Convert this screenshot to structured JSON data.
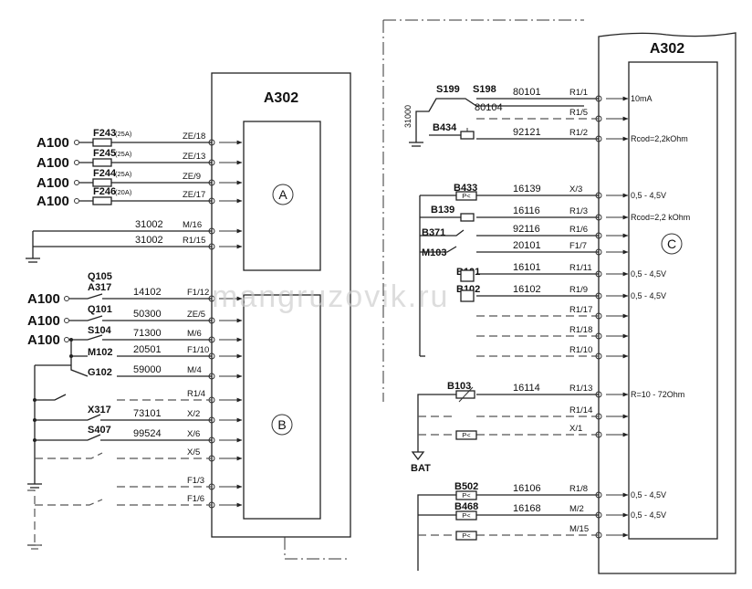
{
  "module_left": {
    "title": "A302",
    "block_a": "A",
    "block_b": "B"
  },
  "module_right": {
    "title": "A302",
    "block_c": "C"
  },
  "watermark": "mangruzovik.ru",
  "left_fuses": [
    {
      "source": "A100",
      "fuse": "F243",
      "rating": "(25A)",
      "pin": "ZE/18"
    },
    {
      "source": "A100",
      "fuse": "F245",
      "rating": "(25A)",
      "pin": "ZE/13"
    },
    {
      "source": "A100",
      "fuse": "F244",
      "rating": "(25A)",
      "pin": "ZE/9"
    },
    {
      "source": "A100",
      "fuse": "F246",
      "rating": "(20A)",
      "pin": "ZE/17"
    }
  ],
  "left_ground": [
    {
      "wire": "31002",
      "pin": "M/16"
    },
    {
      "wire": "31002",
      "pin": "R1/15"
    }
  ],
  "left_b": {
    "sources": [
      "A100",
      "A100",
      "A100"
    ],
    "components": [
      "Q105",
      "A317",
      "Q101",
      "S104",
      "M102",
      "G102",
      "X317",
      "S407"
    ],
    "rows": [
      {
        "wire": "14102",
        "pin": "F1/12"
      },
      {
        "wire": "50300",
        "pin": "ZE/5"
      },
      {
        "wire": "71300",
        "pin": "M/6"
      },
      {
        "wire": "20501",
        "pin": "F1/10"
      },
      {
        "wire": "59000",
        "pin": "M/4"
      },
      {
        "wire": "",
        "pin": "R1/4"
      },
      {
        "wire": "73101",
        "pin": "X/2"
      },
      {
        "wire": "99524",
        "pin": "X/6"
      },
      {
        "wire": "",
        "pin": "X/5"
      },
      {
        "wire": "",
        "pin": "F1/3"
      },
      {
        "wire": "",
        "pin": "F1/6"
      }
    ]
  },
  "right": {
    "components": [
      "S199",
      "S198",
      "B434",
      "B433",
      "B139",
      "B371",
      "M103",
      "B101",
      "B102",
      "B103",
      "B502",
      "B468"
    ],
    "ground_wire": "31000",
    "bat": "BAT",
    "rows": [
      {
        "wire": "80101",
        "wire2": "80104",
        "pin": "R1/1",
        "spec": "10mA"
      },
      {
        "wire": "",
        "pin": "R1/5",
        "spec": ""
      },
      {
        "wire": "92121",
        "pin": "R1/2",
        "spec": "Rcod=2,2kOhm"
      },
      {
        "wire": "16139",
        "pin": "X/3",
        "spec": "0,5 - 4,5V"
      },
      {
        "wire": "16116",
        "pin": "R1/3",
        "spec": "Rcod=2,2 kOhm"
      },
      {
        "wire": "92116",
        "pin": "R1/6",
        "spec": ""
      },
      {
        "wire": "20101",
        "pin": "F1/7",
        "spec": ""
      },
      {
        "wire": "16101",
        "pin": "R1/11",
        "spec": "0,5 - 4,5V"
      },
      {
        "wire": "16102",
        "pin": "R1/9",
        "spec": "0,5 - 4,5V"
      },
      {
        "wire": "",
        "pin": "R1/17",
        "spec": ""
      },
      {
        "wire": "",
        "pin": "R1/18",
        "spec": ""
      },
      {
        "wire": "",
        "pin": "R1/10",
        "spec": ""
      },
      {
        "wire": "16114",
        "pin": "R1/13",
        "spec": "R=10 - 72Ohm"
      },
      {
        "wire": "",
        "pin": "R1/14",
        "spec": ""
      },
      {
        "wire": "",
        "pin": "X/1",
        "spec": ""
      },
      {
        "wire": "16106",
        "pin": "R1/8",
        "spec": "0,5 - 4,5V"
      },
      {
        "wire": "16168",
        "pin": "M/2",
        "spec": "0,5 - 4,5V"
      },
      {
        "wire": "",
        "pin": "M/15",
        "spec": ""
      }
    ],
    "sensor_tag": "P<"
  }
}
